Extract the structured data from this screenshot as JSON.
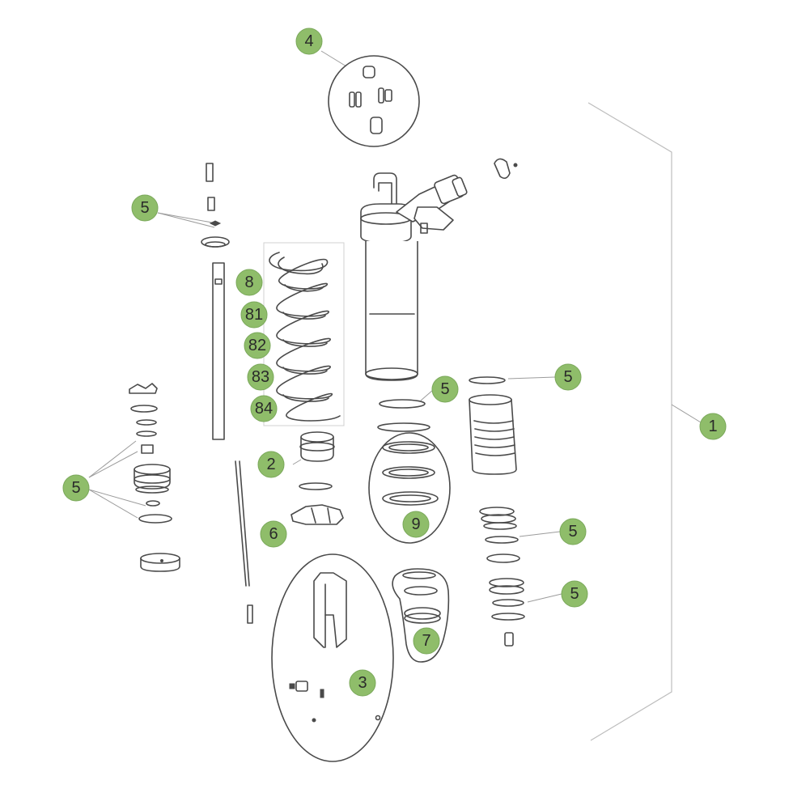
{
  "callouts": {
    "c1": "1",
    "c2": "2",
    "c3": "3",
    "c4": "4",
    "c5a": "5",
    "c5b": "5",
    "c5c": "5",
    "c5d": "5",
    "c5e": "5",
    "c5f": "5",
    "c6": "6",
    "c7": "7",
    "c8": "8",
    "c81": "81",
    "c82": "82",
    "c83": "83",
    "c84": "84",
    "c9": "9"
  },
  "colors": {
    "callout_fill": "#8fbd6a",
    "line": "#4a4a4a",
    "leader": "#9c9c9c",
    "background": "#ffffff"
  }
}
